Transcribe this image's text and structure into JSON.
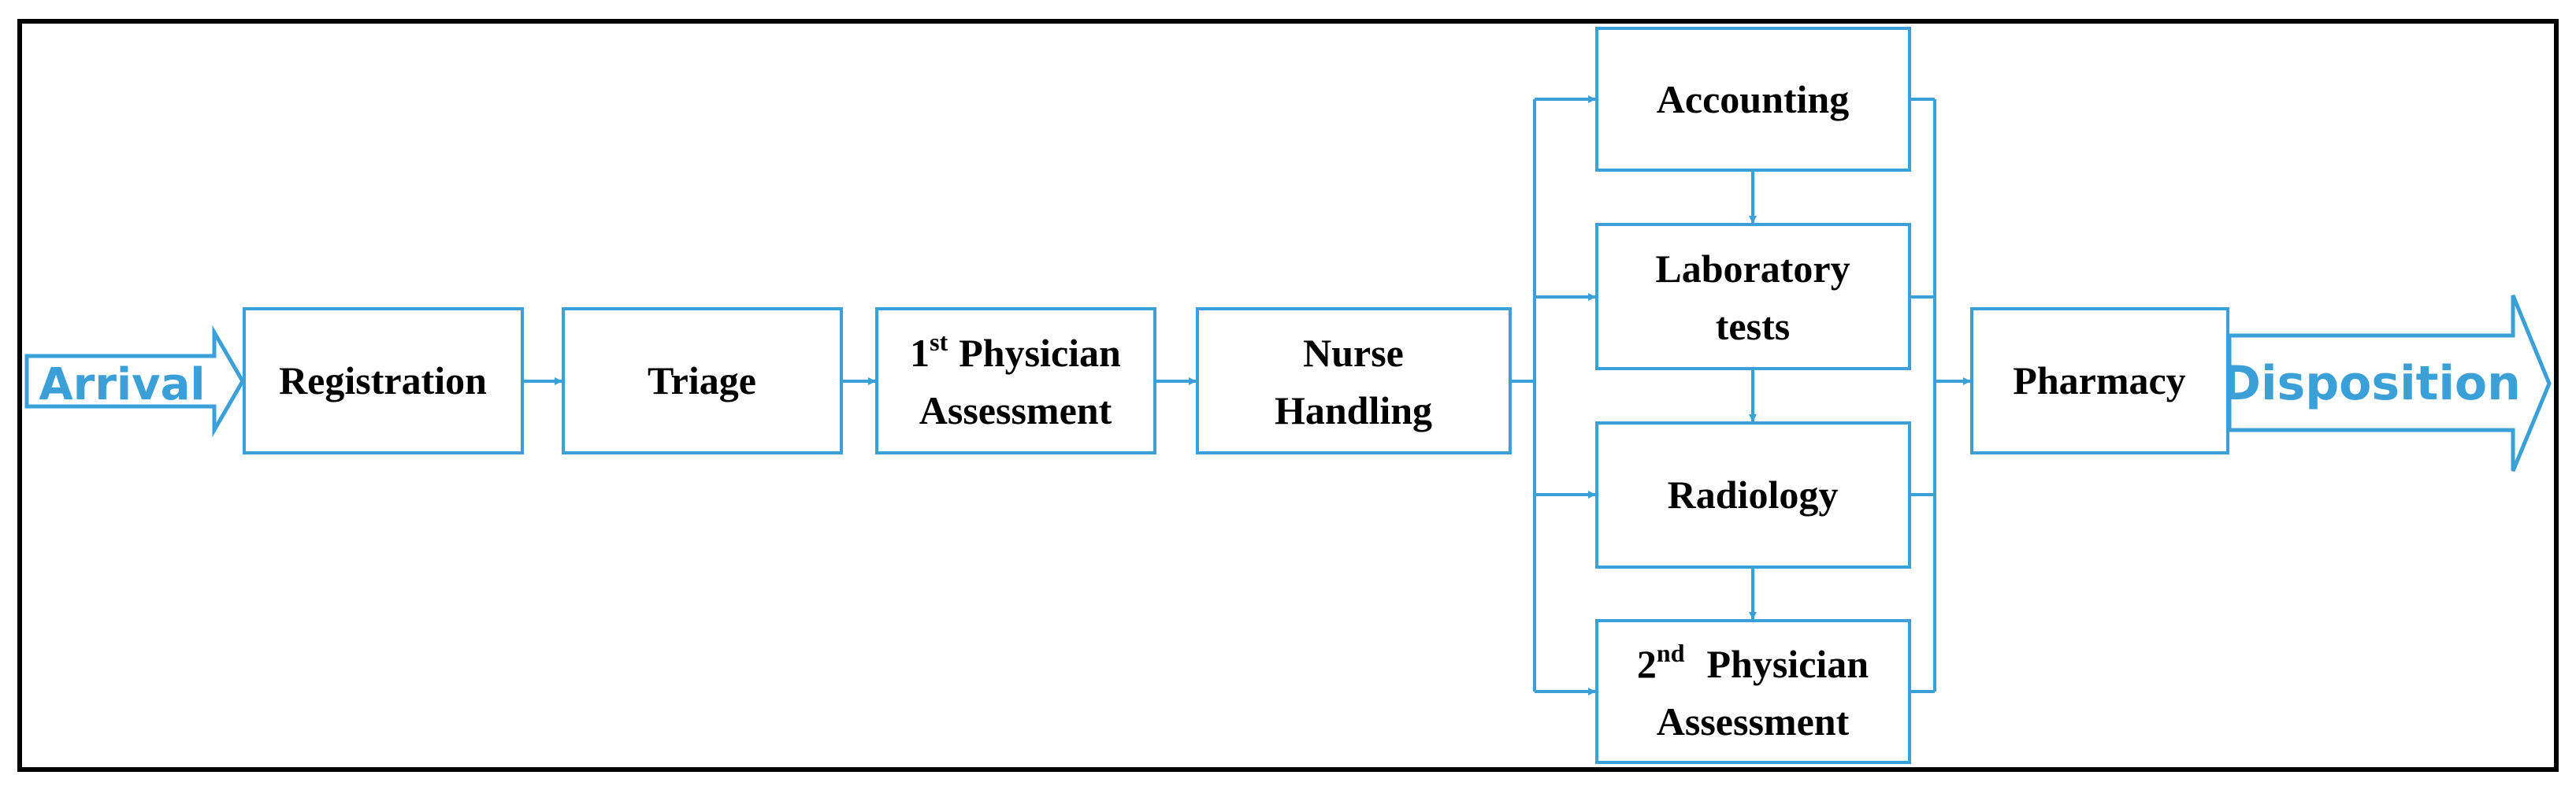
{
  "colors": {
    "accent": "#3ca0d8",
    "frame": "#000000",
    "text": "#000000"
  },
  "arrival": {
    "label": "Arrival"
  },
  "disposition": {
    "label": "Disposition"
  },
  "steps": {
    "registration": {
      "label": "Registration"
    },
    "triage": {
      "label": "Triage"
    },
    "physician1": {
      "number": "1",
      "suffix": "st",
      "line1_rest": "Physician",
      "line2": "Assessment"
    },
    "nurse": {
      "line1": "Nurse",
      "line2": "Handling"
    },
    "accounting": {
      "label": "Accounting"
    },
    "laboratory": {
      "line1": "Laboratory",
      "line2": "tests"
    },
    "radiology": {
      "label": "Radiology"
    },
    "physician2": {
      "number": "2",
      "suffix": "nd",
      "line1_rest": "Physician",
      "line2": "Assessment"
    },
    "pharmacy": {
      "label": "Pharmacy"
    }
  }
}
